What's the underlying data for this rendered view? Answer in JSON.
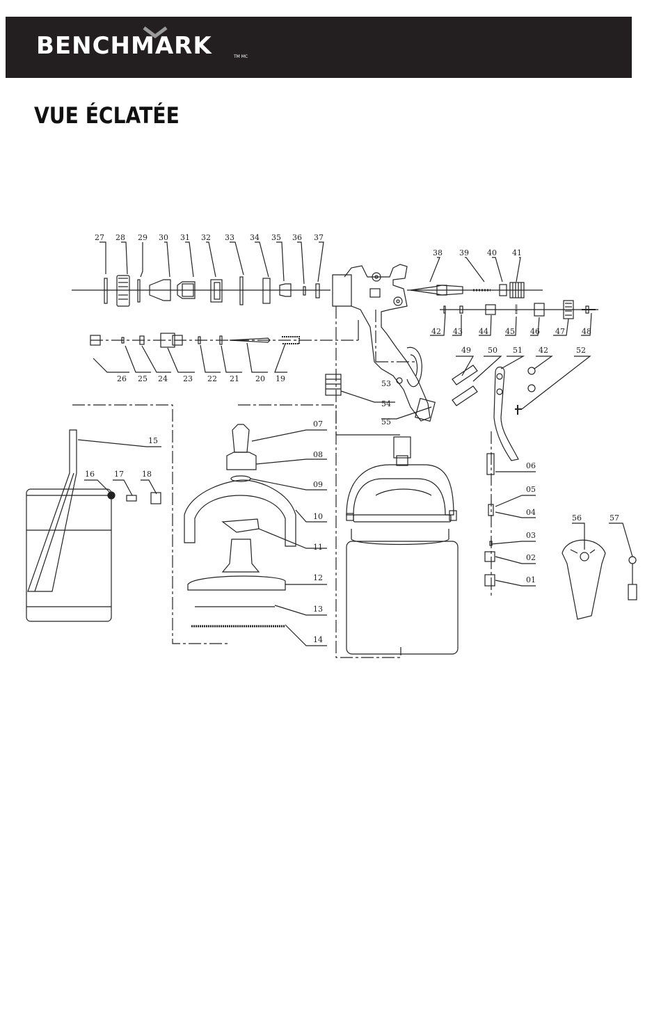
{
  "header": {
    "brand": "BENCHMARK",
    "tm": "TM MC"
  },
  "page": {
    "title": "VUE ÉCLATÉE"
  },
  "diagram": {
    "part_numbers": [
      "01",
      "02",
      "03",
      "04",
      "05",
      "06",
      "07",
      "08",
      "09",
      "10",
      "11",
      "12",
      "13",
      "14",
      "15",
      "16",
      "17",
      "18",
      "19",
      "20",
      "21",
      "22",
      "23",
      "24",
      "25",
      "26",
      "27",
      "28",
      "29",
      "30",
      "31",
      "32",
      "33",
      "34",
      "35",
      "36",
      "37",
      "38",
      "39",
      "40",
      "41",
      "42",
      "43",
      "44",
      "45",
      "46",
      "47",
      "48",
      "49",
      "50",
      "51",
      "52",
      "53",
      "54",
      "55",
      "56",
      "57"
    ]
  }
}
